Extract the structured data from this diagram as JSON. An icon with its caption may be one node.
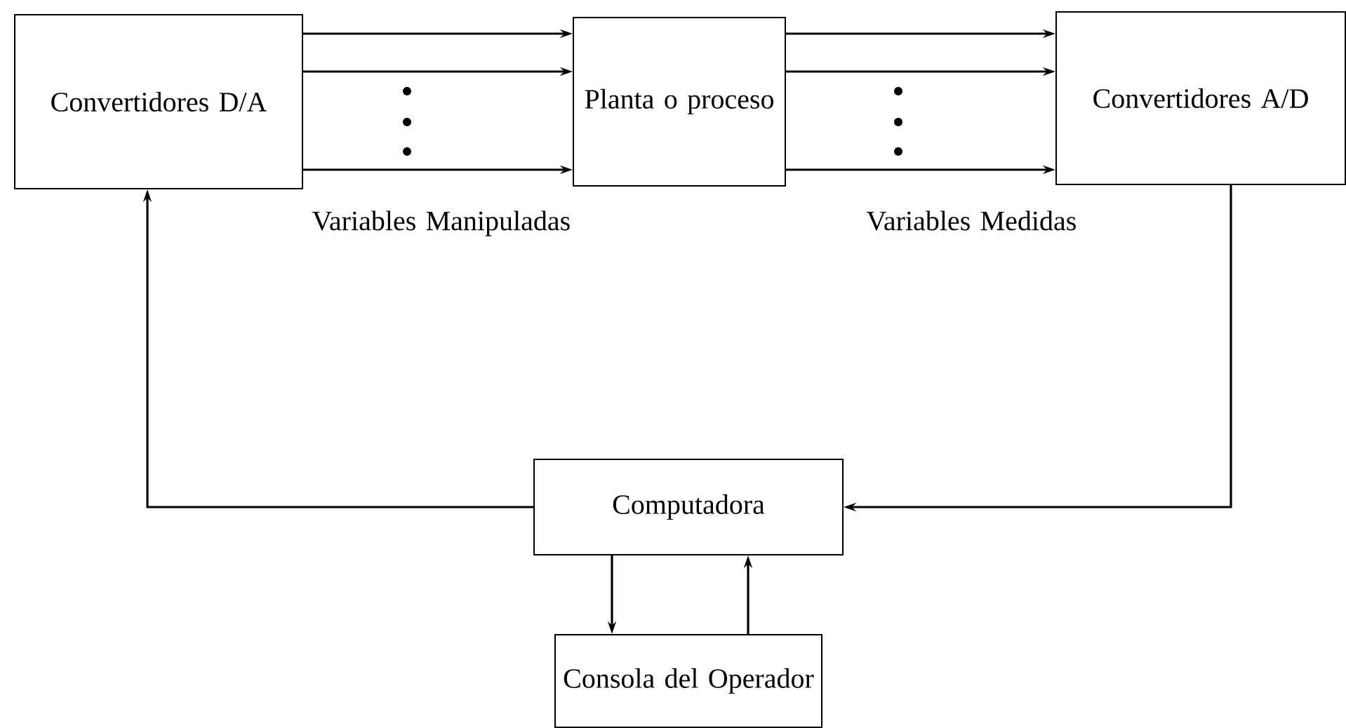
{
  "diagram": {
    "nodes": [
      {
        "text": [
          "Convertidores D/A"
        ]
      },
      {
        "text": [
          "Planta o proceso"
        ]
      },
      {
        "text": [
          "Convertidores A/D"
        ]
      },
      {
        "text": [
          "Computadora"
        ]
      },
      {
        "text": [
          "Consola del Operador"
        ]
      }
    ],
    "edges": [
      {
        "from": 0,
        "to": 1,
        "arrow": "to"
      },
      {
        "from": 0,
        "to": 1,
        "arrow": "to"
      },
      {
        "from": 0,
        "to": 1,
        "arrow": "to"
      },
      {
        "from": 1,
        "to": 2,
        "arrow": "to"
      },
      {
        "from": 1,
        "to": 2,
        "arrow": "to"
      },
      {
        "from": 1,
        "to": 2,
        "arrow": "to"
      },
      {
        "from": 2,
        "to": 3,
        "arrow": "to"
      },
      {
        "from": 3,
        "to": 0,
        "arrow": "to"
      },
      {
        "from": 3,
        "to": 4,
        "arrow": "to"
      },
      {
        "from": 4,
        "to": 3,
        "arrow": "to"
      }
    ],
    "labels": [
      "Variables Manipuladas",
      "Variables Medidas"
    ]
  }
}
